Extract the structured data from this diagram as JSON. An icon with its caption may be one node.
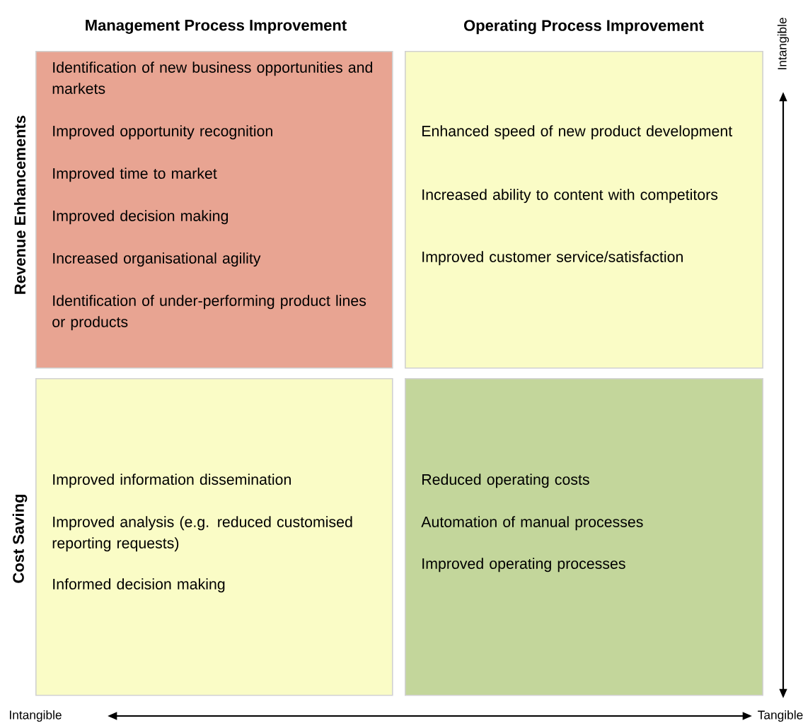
{
  "diagram": {
    "nodes": [
      {
        "text": [
          "Identification of new business opportunities and markets",
          "Improved opportunity recognition",
          "Improved time to market",
          "Improved decision making",
          "Increased organisational agility",
          "Identification of under-performing product lines or products"
        ]
      },
      {
        "text": [
          "Enhanced speed of new product development",
          "Increased ability to content with competitors",
          "Improved customer service/satisfaction"
        ]
      },
      {
        "text": [
          "Improved information dissemination",
          "Improved analysis (e.g. reduced customised reporting requests)",
          "Informed decision making"
        ]
      },
      {
        "text": [
          "Reduced operating costs",
          "Automation of manual processes",
          "Improved operating processes"
        ]
      }
    ],
    "labels": [
      "Management Process Improvement",
      "Operating Process Improvement",
      "Intangible",
      "Revenue Enhancements",
      "Cost Saving",
      "Intangible",
      "Tangible"
    ]
  }
}
